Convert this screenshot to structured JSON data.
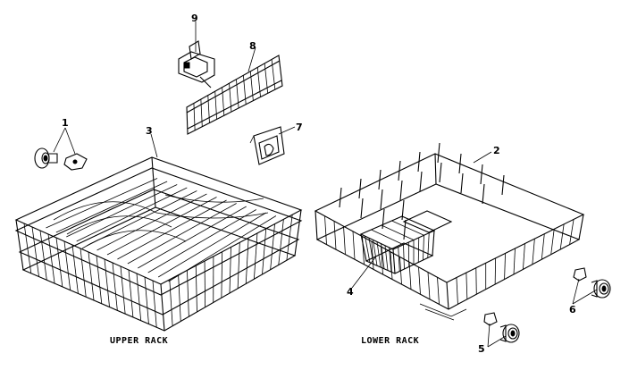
{
  "callouts": [
    "1",
    "2",
    "3",
    "4",
    "5",
    "6",
    "7",
    "8",
    "9"
  ],
  "captions": {
    "upper": "UPPER RACK",
    "lower": "LOWER RACK"
  }
}
